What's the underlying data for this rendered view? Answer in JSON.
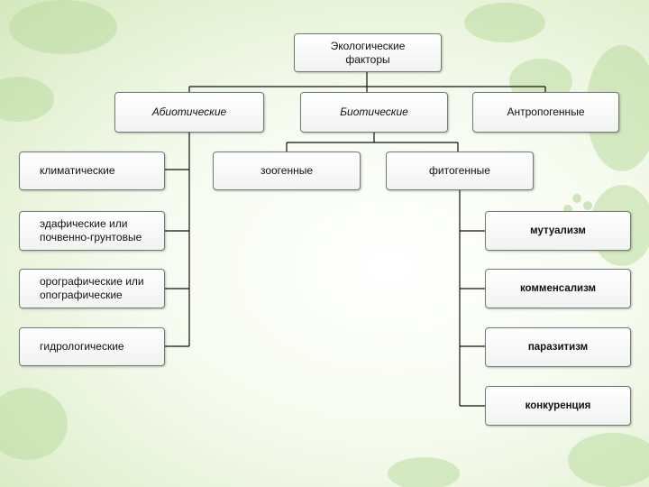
{
  "root": "Экологические\nфакторы",
  "categories": [
    "Абиотические",
    "Биотические",
    "Антропогенные"
  ],
  "abiotic": [
    "климатические",
    "эдафические или\nпочвенно-грунтовые",
    "орографические или\nопографические",
    "гидрологические"
  ],
  "biotic": [
    "зоогенные",
    "фитогенные"
  ],
  "relations": [
    "мутуализм",
    "комменсализм",
    "паразитизм",
    "конкуренция"
  ]
}
